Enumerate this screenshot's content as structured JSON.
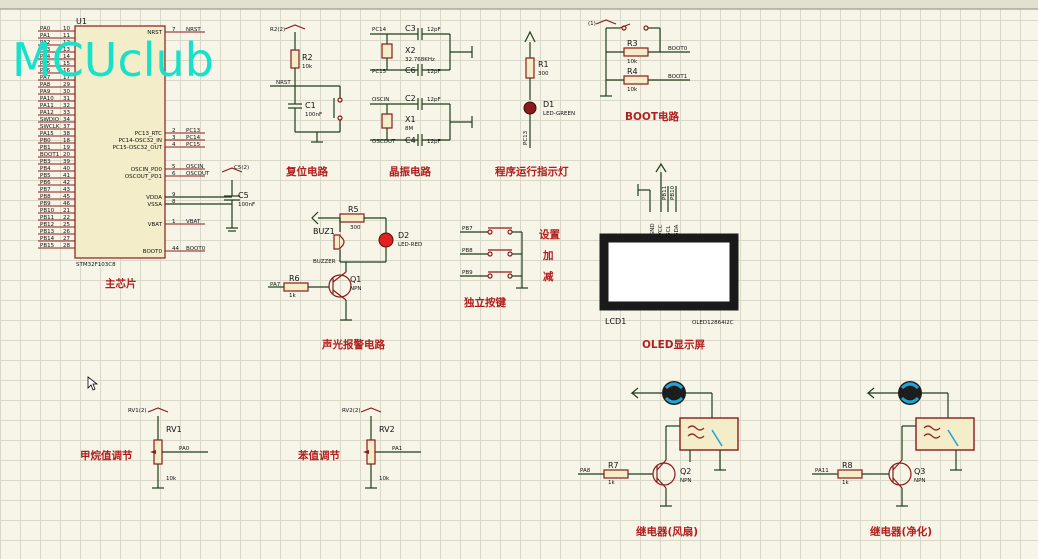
{
  "logo": {
    "text": "MCUclub"
  },
  "mcu": {
    "ref": "U1",
    "part": "STM32F103C8",
    "left_pins": [
      {
        "name": "PA0",
        "num": "10"
      },
      {
        "name": "PA1",
        "num": "11"
      },
      {
        "name": "PA2",
        "num": "12"
      },
      {
        "name": "PA3",
        "num": "13"
      },
      {
        "name": "PA4",
        "num": "14"
      },
      {
        "name": "PA5",
        "num": "15"
      },
      {
        "name": "PA6",
        "num": "16"
      },
      {
        "name": "PA7",
        "num": "17"
      },
      {
        "name": "PA8",
        "num": "29"
      },
      {
        "name": "PA9",
        "num": "30"
      },
      {
        "name": "PA10",
        "num": "31"
      },
      {
        "name": "PA11",
        "num": "32"
      },
      {
        "name": "PA12",
        "num": "33"
      },
      {
        "name": "SWDIO",
        "num": "34"
      },
      {
        "name": "SWCLK",
        "num": "37"
      },
      {
        "name": "PA15",
        "num": "38"
      },
      {
        "name": "PB0",
        "num": "18"
      },
      {
        "name": "PB1",
        "num": "19"
      },
      {
        "name": "BOOT1",
        "num": "20"
      },
      {
        "name": "PB3",
        "num": "39"
      },
      {
        "name": "PB4",
        "num": "40"
      },
      {
        "name": "PB5",
        "num": "41"
      },
      {
        "name": "PB6",
        "num": "42"
      },
      {
        "name": "PB7",
        "num": "43"
      },
      {
        "name": "PB8",
        "num": "45"
      },
      {
        "name": "PB9",
        "num": "46"
      },
      {
        "name": "PB10",
        "num": "21"
      },
      {
        "name": "PB11",
        "num": "22"
      },
      {
        "name": "PB12",
        "num": "25"
      },
      {
        "name": "PB13",
        "num": "26"
      },
      {
        "name": "PB14",
        "num": "27"
      },
      {
        "name": "PB15",
        "num": "28"
      }
    ],
    "right_pins": [
      {
        "name": "NRST",
        "num": "7",
        "net": "NRST"
      },
      {
        "name": "PC13_RTC",
        "num": "2",
        "net": "PC13"
      },
      {
        "name": "PC14-OSC32_IN",
        "num": "3",
        "net": "PC14"
      },
      {
        "name": "PC15-OSC32_OUT",
        "num": "4",
        "net": "PC15"
      },
      {
        "name": "OSCIN_PD0",
        "num": "5",
        "net": "OSCIN"
      },
      {
        "name": "OSCOUT_PD1",
        "num": "6",
        "net": "OSCOUT"
      },
      {
        "name": "VDDA",
        "num": "9",
        "net": ""
      },
      {
        "name": "VSSA",
        "num": "8",
        "net": ""
      },
      {
        "name": "VBAT",
        "num": "1",
        "net": "VBAT"
      },
      {
        "name": "BOOT0",
        "num": "44",
        "net": "BOOT0"
      }
    ]
  },
  "titles": {
    "mcu": "主芯片",
    "reset": "复位电路",
    "crystal": "晶振电路",
    "run_led": "程序运行指示灯",
    "boot": "BOOT电路",
    "alarm": "声光报警电路",
    "keys": "独立按键",
    "oled": "OLED显示屏",
    "rv1": "甲烷值调节",
    "rv2": "苯值调节",
    "relay_fan": "继电器(风扇)",
    "relay_purify": "继电器(净化)"
  },
  "keys": {
    "set": "设置",
    "add": "加",
    "sub": "减"
  },
  "probes": {
    "c5": "C5(2)",
    "r2": "R2(2)",
    "boot": "(1)",
    "rv1": "RV1(2)",
    "rv2": "RV2(2)"
  },
  "nets": {
    "nrst": "NRST",
    "pc14": "PC14",
    "pc15": "PC15",
    "oscin": "OSCIN",
    "oscout": "OSCOUT",
    "pc13": "PC13",
    "boot0": "BOOT0",
    "boot1": "BOOT1",
    "pa7": "PA7",
    "pb7": "PB7",
    "pb8": "PB8",
    "pb9": "PB9",
    "pb10": "PB10",
    "pb11": "PB11",
    "pa0": "PA0",
    "pa1": "PA1",
    "pa8": "PA8",
    "pa11": "PA11"
  },
  "parts": {
    "r1": {
      "ref": "R1",
      "value": "300"
    },
    "r2": {
      "ref": "R2",
      "value": "10k"
    },
    "r3": {
      "ref": "R3",
      "value": "10k"
    },
    "r4": {
      "ref": "R4",
      "value": "10k"
    },
    "r5": {
      "ref": "R5",
      "value": "300"
    },
    "r6": {
      "ref": "R6",
      "value": "1k"
    },
    "r7": {
      "ref": "R7",
      "value": "1k"
    },
    "r8": {
      "ref": "R8",
      "value": "1k"
    },
    "c1": {
      "ref": "C1",
      "value": "100nF"
    },
    "c2": {
      "ref": "C2",
      "value": "12pF"
    },
    "c3": {
      "ref": "C3",
      "value": "12pF"
    },
    "c4": {
      "ref": "C4",
      "value": "12pF"
    },
    "c5": {
      "ref": "C5",
      "value": "100nF"
    },
    "c6": {
      "ref": "C6",
      "value": "12pF"
    },
    "x1": {
      "ref": "X1",
      "value": "8M"
    },
    "x2": {
      "ref": "X2",
      "value": "32.768KHz"
    },
    "d1": {
      "ref": "D1",
      "value": "LED-GREEN"
    },
    "d2": {
      "ref": "D2",
      "value": "LED-RED"
    },
    "buz1": {
      "ref": "BUZ1",
      "value": "BUZZER"
    },
    "q1": {
      "ref": "Q1",
      "value": "NPN"
    },
    "q2": {
      "ref": "Q2",
      "value": "NPN"
    },
    "q3": {
      "ref": "Q3",
      "value": "NPN"
    },
    "rv1": {
      "ref": "RV1",
      "value": "10k"
    },
    "rv2": {
      "ref": "RV2",
      "value": "10k"
    }
  },
  "oled": {
    "ref": "LCD1",
    "part": "OLED12864I2C",
    "pin_gnd": "GND",
    "pin_vcc": "VCC",
    "pin_scl": "SCL",
    "pin_sda": "SDA"
  }
}
